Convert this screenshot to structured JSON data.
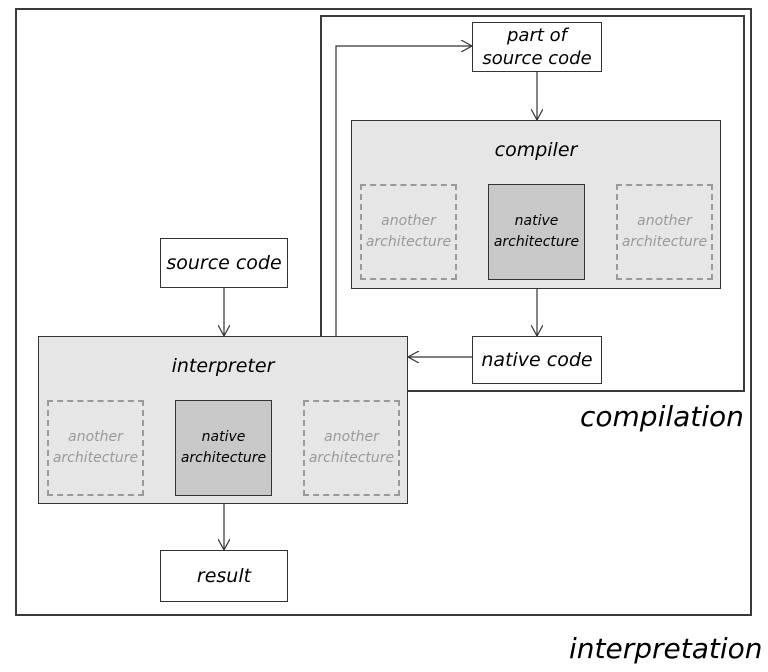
{
  "labels": {
    "part_of_source_code": [
      "part of",
      "source code"
    ],
    "source_code": "source code",
    "native_code": "native code",
    "result": "result",
    "compiler": "compiler",
    "interpreter": "interpreter",
    "compilation": "compilation",
    "interpretation": "interpretation"
  },
  "compiler_archs": [
    {
      "line1": "another",
      "line2": "architecture",
      "kind": "other"
    },
    {
      "line1": "native",
      "line2": "architecture",
      "kind": "native"
    },
    {
      "line1": "another",
      "line2": "architecture",
      "kind": "other"
    }
  ],
  "interpreter_archs": [
    {
      "line1": "another",
      "line2": "architecture",
      "kind": "other"
    },
    {
      "line1": "native",
      "line2": "architecture",
      "kind": "native"
    },
    {
      "line1": "another",
      "line2": "architecture",
      "kind": "other"
    }
  ],
  "colors": {
    "panel_fill": "#e6e6e6",
    "native_fill": "#c8c8c8",
    "other_text": "#9a9a9a",
    "line": "#333333"
  }
}
